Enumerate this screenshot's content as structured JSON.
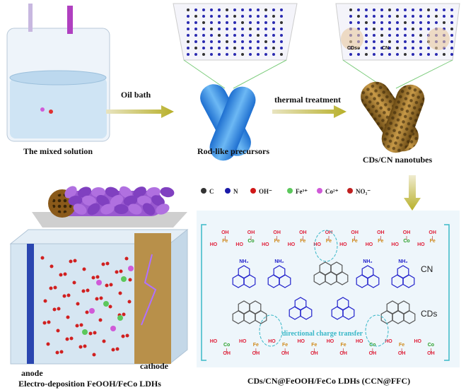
{
  "steps": {
    "step1_label": "The mixed solution",
    "arrow1_label": "Oil bath",
    "step2_label": "Rod-like precursors",
    "arrow2_label": "thermal treatment",
    "step3_label": "CDs/CN nanotubes",
    "sheet_cds_label": "CDs",
    "sheet_cn_label": "CN"
  },
  "legend": [
    {
      "symbol": "C",
      "color": "#333333"
    },
    {
      "symbol": "N",
      "color": "#1a1aa8"
    },
    {
      "symbol": "OH⁻",
      "color": "#d01818"
    },
    {
      "symbol": "Fe³⁺",
      "color": "#5cc85c"
    },
    {
      "symbol": "Co²⁺",
      "color": "#d05ad8"
    },
    {
      "symbol": "NO₃⁻",
      "color": "#c02020"
    }
  ],
  "electrodeposition": {
    "anode_label": "anode",
    "cathode_label": "cathode",
    "caption": "Electro-deposition FeOOH/FeCo LDHs"
  },
  "structure": {
    "top_chain": [
      "Fe",
      "Co",
      "Fe",
      "Fe",
      "Fe",
      "Fe",
      "Fe",
      "Co",
      "Fe"
    ],
    "bottom_chain": [
      "Co",
      "Fe",
      "Fe",
      "Fe",
      "Fe",
      "Co",
      "Fe",
      "Co"
    ],
    "oh_label": "OH",
    "ho_label": "HO",
    "nh2_label": "NH₂",
    "cn_label": "CN",
    "cds_label": "CDs",
    "transfer_label": "directional charge transfer",
    "caption": "CDs/CN@FeOOH/FeCo LDHs (CCN@FFC)"
  },
  "colors": {
    "fe": "#d08a1a",
    "co": "#2aa02a",
    "oh": "#e0203a",
    "n": "#2222cc",
    "accent": "#3ab8c8",
    "arrow": "#b8b02a"
  }
}
